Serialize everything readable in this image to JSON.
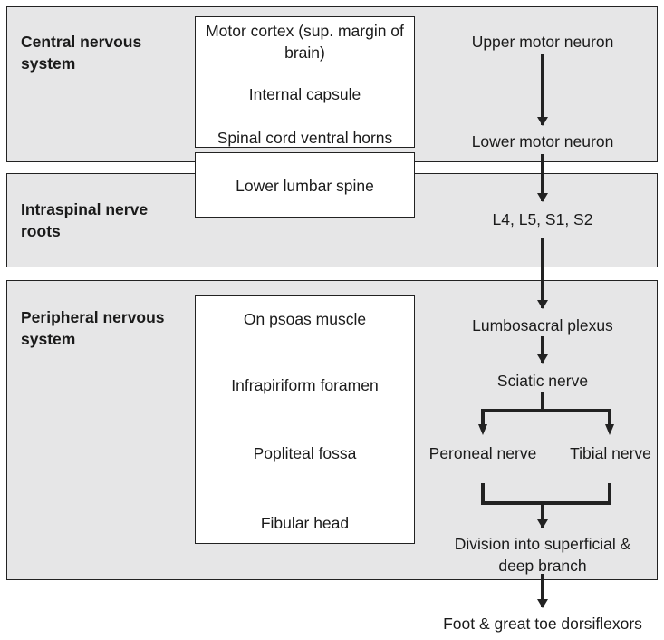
{
  "sections": {
    "cns": {
      "title": "Central nervous\nsystem",
      "locations": [
        "Motor cortex (sup. margin of\nbrain)",
        "Internal capsule",
        "Spinal cord ventral horns"
      ]
    },
    "intraspinal": {
      "title": "Intraspinal nerve\nroots",
      "locations": [
        "Lower lumbar spine"
      ]
    },
    "pns": {
      "title": "Peripheral nervous\nsystem",
      "locations": [
        "On psoas muscle",
        "Infrapiriform foramen",
        "Popliteal fossa",
        "Fibular head"
      ]
    }
  },
  "pathway": {
    "upper_motor_neuron": "Upper motor neuron",
    "lower_motor_neuron": "Lower motor neuron",
    "roots": "L4, L5, S1, S2",
    "plexus": "Lumbosacral plexus",
    "sciatic": "Sciatic nerve",
    "peroneal": "Peroneal nerve",
    "tibial": "Tibial nerve",
    "division": "Division into superficial &\ndeep branch",
    "target": "Foot & great toe dorsiflexors"
  },
  "colors": {
    "region_fill": "#e6e6e7",
    "line": "#222222",
    "box_fill": "#ffffff"
  }
}
